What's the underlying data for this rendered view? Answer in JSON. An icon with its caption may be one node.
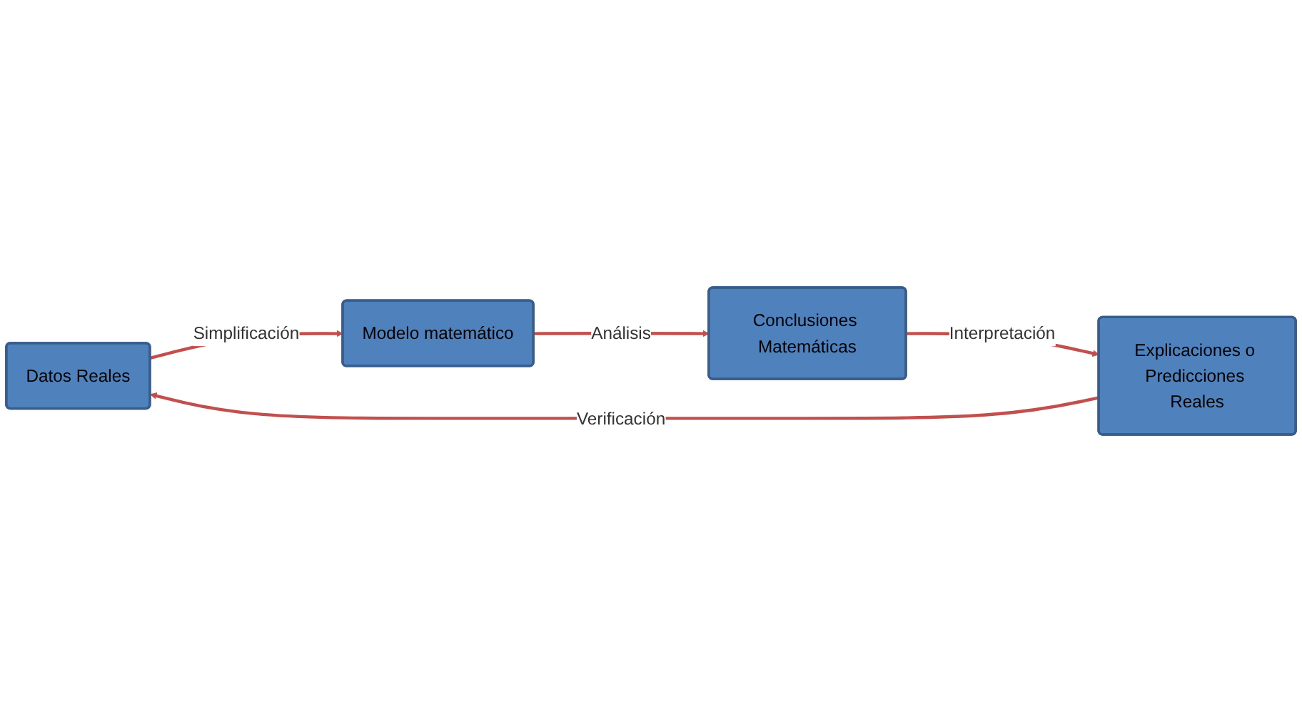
{
  "diagram": {
    "nodes": [
      {
        "text": [
          "Datos Reales"
        ]
      },
      {
        "text": [
          "Modelo matemático"
        ]
      },
      {
        "text": [
          "Conclusiones Matemáticas"
        ]
      },
      {
        "text": [
          "Explicaciones o Predicciones Reales"
        ]
      }
    ],
    "edges": [
      {
        "from": 0,
        "to": 1,
        "arrow": "to",
        "label": "Simplificación"
      },
      {
        "from": 1,
        "to": 2,
        "arrow": "to",
        "label": "Análisis"
      },
      {
        "from": 2,
        "to": 3,
        "arrow": "to",
        "label": "Interpretación"
      },
      {
        "from": 3,
        "to": 0,
        "arrow": "to",
        "label": "Verificación"
      }
    ]
  }
}
